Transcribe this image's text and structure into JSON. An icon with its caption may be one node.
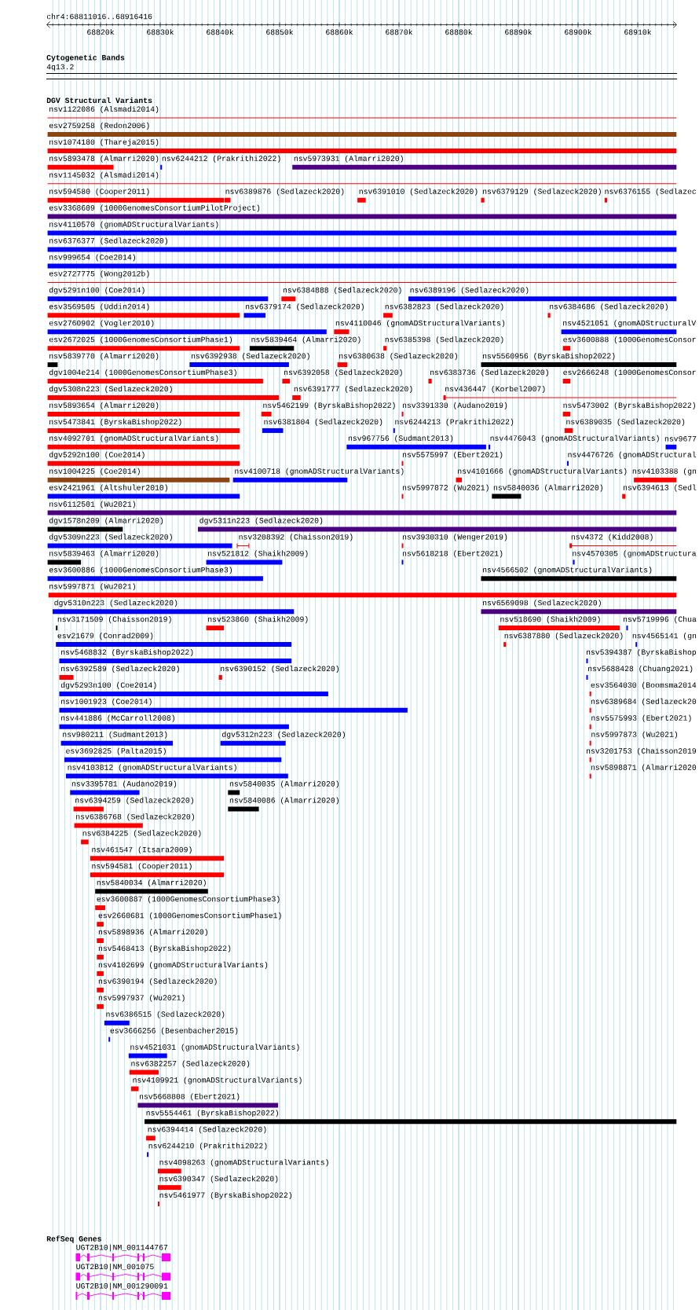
{
  "diagram": {
    "labels": [
      "chr4:68811016..68916416",
      "68820k",
      "68830k",
      "68840k",
      "68850k",
      "68860k",
      "68870k",
      "68880k",
      "68890k",
      "68900k",
      "68910k",
      "Cytogenetic Bands",
      "4q13.2",
      "DGV Structural Variants",
      "nsv1122086 (Alsmadi2014)",
      "esv2759258 (Redon2006)",
      "nsv1074180 (Thareja2015)",
      "nsv5893478 (Almarri2020)",
      "nsv6244212 (Prakrithi2022)",
      "nsv5973931 (Almarri2020)",
      "nsv1145032 (Alsmadi2014)",
      "nsv594580 (Cooper2011)",
      "nsv6389876 (Sedlazeck2020)",
      "nsv6391010 (Sedlazeck2020)",
      "nsv6379129 (Sedlazeck2020)",
      "nsv6376155 (Sedlazec",
      "esv3368609 (1000GenomesConsortiumPilotProject)",
      "nsv4110570 (gnomADStructuralVariants)",
      "nsv6376377 (Sedlazeck2020)",
      "nsv999654 (Coe2014)",
      "esv2727775 (Wong2012b)",
      "dgv5291n100 (Coe2014)",
      "nsv6384888 (Sedlazeck2020)",
      "nsv6389196 (Sedlazeck2020)",
      "esv3569505 (Uddin2014)",
      "nsv6379174 (Sedlazeck2020)",
      "nsv6382823 (Sedlazeck2020)",
      "nsv6384686 (Sedlazeck2020)",
      "esv2760902 (Vogler2010)",
      "nsv4110046 (gnomADStructuralVariants)",
      "nsv4521051 (gnomADStructuralV",
      "esv2672025 (1000GenomesConsortiumPhase1)",
      "nsv5839464 (Almarri2020)",
      "nsv6385398 (Sedlazeck2020)",
      "esv3600888 (1000GenomesConsor",
      "nsv5839770 (Almarri2020)",
      "nsv6392938 (Sedlazeck2020)",
      "nsv6380638 (Sedlazeck2020)",
      "nsv5560956 (ByrskaBishop2022)",
      "dgv1004e214 (1000GenomesConsortiumPhase3)",
      "nsv6392058 (Sedlazeck2020)",
      "nsv6383736 (Sedlazeck2020)",
      "esv2666248 (1000GenomesConsor",
      "dgv5308n223 (Sedlazeck2020)",
      "nsv6391777 (Sedlazeck2020)",
      "nsv436447 (Korbel2007)",
      "nsv5893654 (Almarri2020)",
      "nsv5462199 (ByrskaBishop2022)",
      "nsv3391330 (Audano2019)",
      "nsv5473002 (ByrskaBishop2022)",
      "nsv5473841 (ByrskaBishop2022)",
      "nsv6381804 (Sedlazeck2020)",
      "nsv6244213 (Prakrithi2022)",
      "nsv6389035 (Sedlazeck2020)",
      "nsv4092701 (gnomADStructuralVariants)",
      "nsv967756 (Sudmant2013)",
      "nsv4476043 (gnomADStructuralVariants)",
      "nsv9677",
      "dgv5292n100 (Coe2014)",
      "nsv5575997 (Ebert2021)",
      "nsv4476726 (gnomADStructural",
      "nsv1004225 (Coe2014)",
      "nsv4100718 (gnomADStructuralVariants)",
      "nsv4101666 (gnomADStructuralVariants)",
      "nsv4103388 (gn",
      "esv2421961 (Altshuler2010)",
      "nsv5997872 (Wu2021)",
      "nsv5840036 (Almarri2020)",
      "nsv6394613 (Sedl",
      "nsv6112501 (Wu2021)",
      "dgv1578n209 (Almarri2020)",
      "dgv5311n223 (Sedlazeck2020)",
      "dgv5309n223 (Sedlazeck2020)",
      "nsv3208392 (Chaisson2019)",
      "nsv3930310 (Wenger2019)",
      "nsv4372 (Kidd2008)",
      "nsv5839463 (Almarri2020)",
      "nsv521812 (Shaikh2009)",
      "nsv5618218 (Ebert2021)",
      "nsv4570305 (gnomADStructura",
      "esv3600886 (1000GenomesConsortiumPhase3)",
      "nsv4566502 (gnomADStructuralVariants)",
      "nsv5997871 (Wu2021)",
      "dgv5310n223 (Sedlazeck2020)",
      "nsv6569098 (Sedlazeck2020)",
      "nsv3171509 (Chaisson2019)",
      "nsv523860 (Shaikh2009)",
      "nsv518690 (Shaikh2009)",
      "nsv5719996 (Chua",
      "esv21679 (Conrad2009)",
      "nsv6387880 (Sedlazeck2020)",
      "nsv4565141 (gn",
      "nsv5468832 (ByrskaBishop2022)",
      "nsv5394387 (ByrskaBishop",
      "nsv6392589 (Sedlazeck2020)",
      "nsv6390152 (Sedlazeck2020)",
      "nsv5688428 (Chuang2021)",
      "dgv5293n100 (Coe2014)",
      "esv3564030 (Boomsma2014",
      "nsv1001923 (Coe2014)",
      "nsv6389684 (Sedlazeck20",
      "nsv441886 (McCarroll2008)",
      "nsv5575993 (Ebert2021)",
      "nsv980211 (Sudmant2013)",
      "dgv5312n223 (Sedlazeck2020)",
      "nsv5997873 (Wu2021)",
      "esv3692825 (Palta2015)",
      "nsv3201753 (Chaisson2019",
      "nsv4103812 (gnomADStructuralVariants)",
      "nsv5898871 (Almarri2020",
      "nsv3395781 (Audano2019)",
      "nsv5840035 (Almarri2020)",
      "nsv6394259 (Sedlazeck2020)",
      "nsv5840086 (Almarri2020)",
      "nsv6386768 (Sedlazeck2020)",
      "nsv6384225 (Sedlazeck2020)",
      "nsv461547 (Itsara2009)",
      "nsv594581 (Cooper2011)",
      "nsv5840034 (Almarri2020)",
      "esv3600887 (1000GenomesConsortiumPhase3)",
      "esv2660681 (1000GenomesConsortiumPhase1)",
      "nsv5898936 (Almarri2020)",
      "nsv5468413 (ByrskaBishop2022)",
      "nsv4102699 (gnomADStructuralVariants)",
      "nsv6390194 (Sedlazeck2020)",
      "nsv5997937 (Wu2021)",
      "nsv6386515 (Sedlazeck2020)",
      "esv3666256 (Besenbacher2015)",
      "nsv4521031 (gnomADStructuralVariants)",
      "nsv6382257 (Sedlazeck2020)",
      "nsv4109921 (gnomADStructuralVariants)",
      "nsv5668808 (Ebert2021)",
      "nsv5554461 (ByrskaBishop2022)",
      "nsv6394414 (Sedlazeck2020)",
      "nsv6244210 (Prakrithi2022)",
      "nsv4098263 (gnomADStructuralVariants)",
      "nsv6390347 (Sedlazeck2020)",
      "nsv5461977 (ByrskaBishop2022)",
      "RefSeq Genes",
      "UGT2B10|NM_001144767",
      "UGT2B10|NM_001075",
      "UGT2B10|NM_001290091"
    ]
  }
}
